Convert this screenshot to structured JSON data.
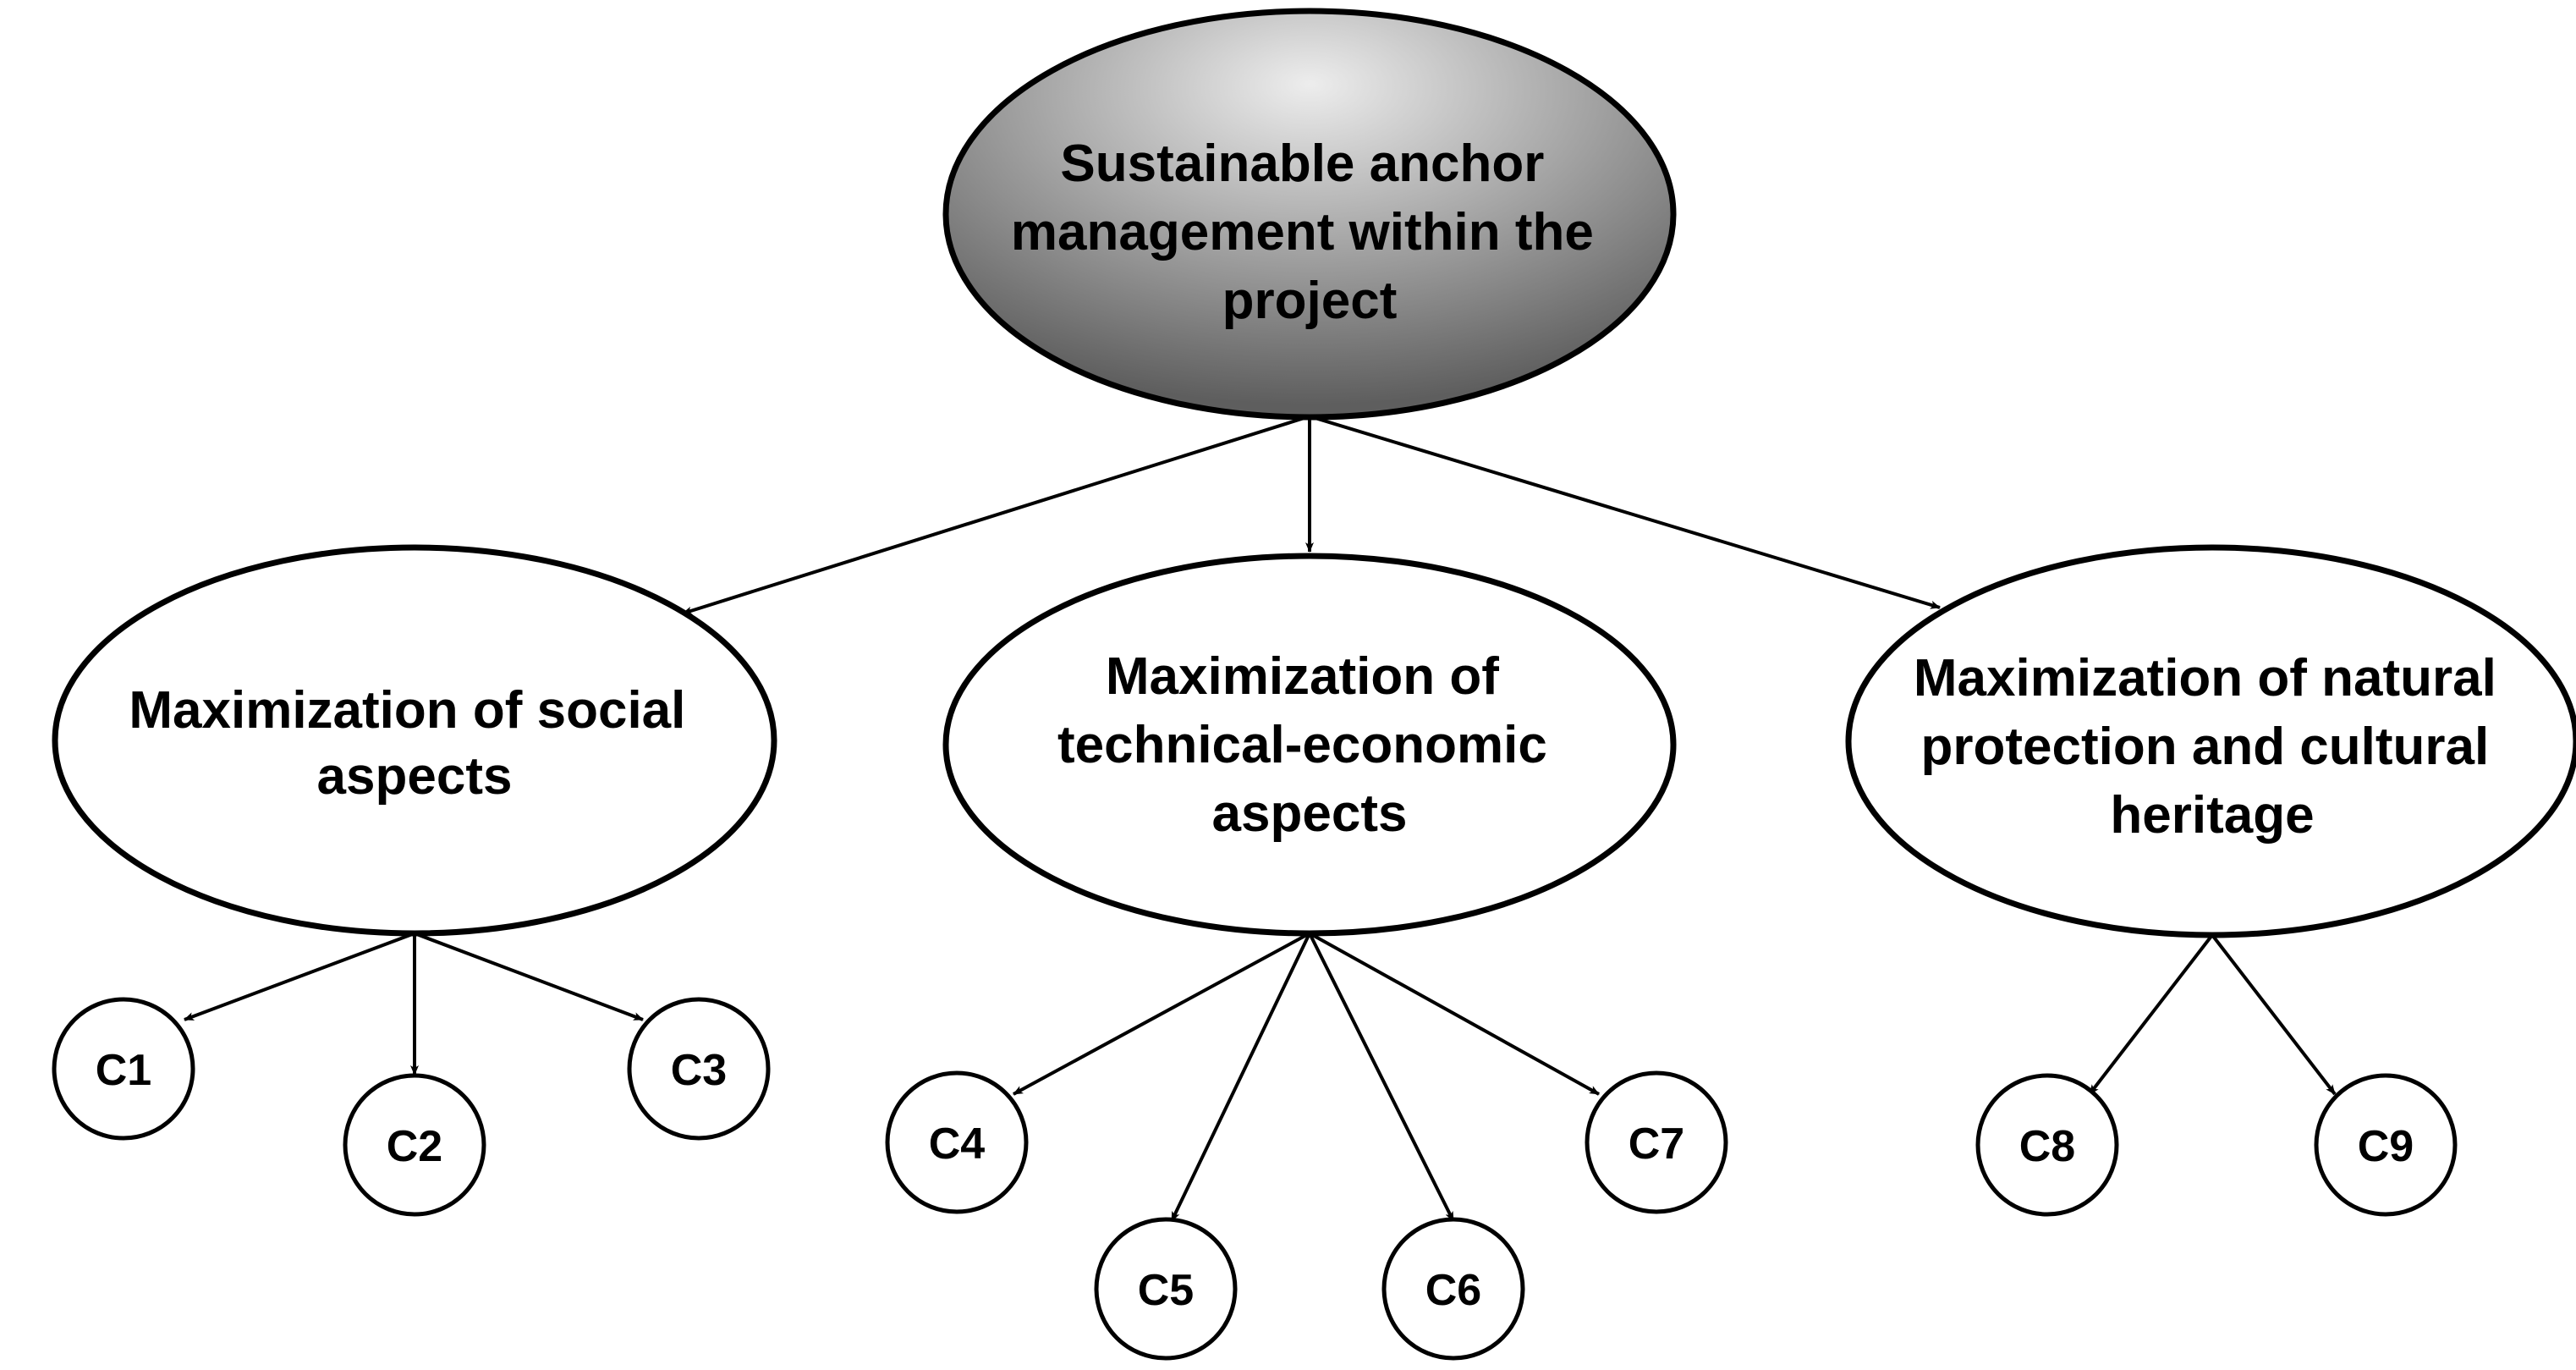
{
  "root": {
    "lines": [
      "Sustainable anchor",
      "management within the",
      "project"
    ]
  },
  "goals": [
    {
      "lines": [
        "Maximization of social",
        "aspects"
      ]
    },
    {
      "lines": [
        "Maximization of",
        "technical-economic",
        "aspects"
      ]
    },
    {
      "lines": [
        "Maximization of natural",
        "protection and cultural",
        "heritage"
      ]
    }
  ],
  "criteria": [
    {
      "label": "C1"
    },
    {
      "label": "C2"
    },
    {
      "label": "C3"
    },
    {
      "label": "C4"
    },
    {
      "label": "C5"
    },
    {
      "label": "C6"
    },
    {
      "label": "C7"
    },
    {
      "label": "C8"
    },
    {
      "label": "C9"
    }
  ],
  "colors": {
    "stroke": "#000000",
    "root_gradient_light": "#ededed",
    "root_gradient_dark": "#5e5e5e",
    "node_fill": "#ffffff"
  }
}
